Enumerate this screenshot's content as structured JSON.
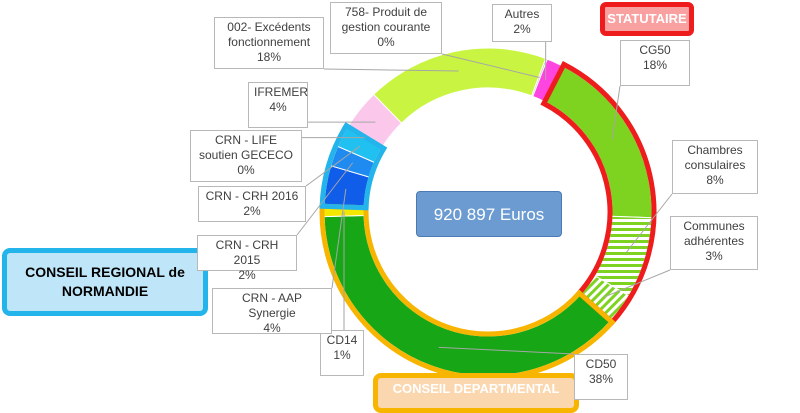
{
  "total_label": "920 897 Euros",
  "groups": {
    "statutaire": "STATUTAIRE",
    "crn": "CONSEIL REGIONAL de NORMANDIE",
    "cd": "CONSEIL DEPARTMENTAL"
  },
  "colors": {
    "statutaire_border": "#ee1c1c",
    "crn_border": "#22b4ea",
    "cd_border": "#f7b500",
    "green_light": "#7ed320",
    "green_dark": "#16a616",
    "yellow_green": "#c9f542",
    "pink": "#fbc8ec",
    "magenta": "#ff45e0",
    "blue": "#0f5de8",
    "cyan": "#20c0f0"
  },
  "chart_data": {
    "type": "pie",
    "subtype": "doughnut",
    "title": "",
    "slices": [
      {
        "name": "Autres",
        "pct": "2%",
        "value": 2,
        "color": "#ff45e0"
      },
      {
        "name": "CG50",
        "pct": "18%",
        "value": 18,
        "color": "#7ed320",
        "group": "statutaire"
      },
      {
        "name": "Chambres consulaires",
        "pct": "8%",
        "value": 8,
        "color": "#7ed320",
        "pattern": "stripes",
        "group": "statutaire"
      },
      {
        "name": "Communes adhérentes",
        "pct": "3%",
        "value": 3,
        "color": "#7ed320",
        "pattern": "hatch",
        "group": "statutaire"
      },
      {
        "name": "CD50",
        "pct": "38%",
        "value": 38,
        "color": "#16a616",
        "group": "cd"
      },
      {
        "name": "CD14",
        "pct": "1%",
        "value": 1,
        "color": "#f3e800",
        "group": "cd"
      },
      {
        "name": "CRN - AAP Synergie",
        "pct": "4%",
        "value": 4,
        "color": "#0f5de8",
        "group": "crn"
      },
      {
        "name": "CRN - CRH 2015",
        "pct": "2%",
        "value": 2,
        "color": "#1f8af0",
        "group": "crn"
      },
      {
        "name": "CRN - CRH 2016",
        "pct": "2%",
        "value": 2,
        "color": "#20c0f0",
        "group": "crn"
      },
      {
        "name": "CRN - LIFE soutien GECECO",
        "pct": "0%",
        "value": 0,
        "color": "#a0d8f0",
        "group": "crn"
      },
      {
        "name": "IFREMER",
        "pct": "4%",
        "value": 4,
        "color": "#fbc8ec"
      },
      {
        "name": "002- Excédents fonctionnement",
        "pct": "18%",
        "value": 18,
        "color": "#c9f542"
      },
      {
        "name": "758- Produit de gestion courante",
        "pct": "0%",
        "value": 0,
        "color": "#c0c0c0"
      }
    ]
  }
}
